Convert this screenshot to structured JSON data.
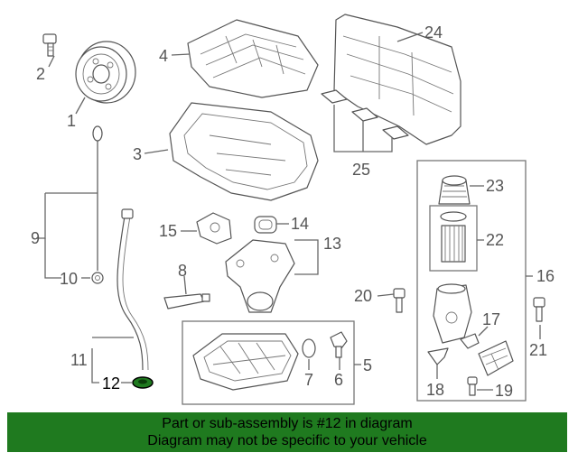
{
  "callouts": [
    "1",
    "2",
    "3",
    "4",
    "5",
    "6",
    "7",
    "8",
    "9",
    "10",
    "11",
    "12",
    "13",
    "14",
    "15",
    "16",
    "17",
    "18",
    "19",
    "20",
    "21",
    "22",
    "23",
    "24",
    "25"
  ],
  "highlight_part": "12",
  "highlight_color": "#1f7a1f",
  "banner": {
    "line1": "Part or sub-assembly is #12 in diagram",
    "line2": "Diagram may not be specific to your vehicle",
    "background": "#1f7a1f"
  }
}
